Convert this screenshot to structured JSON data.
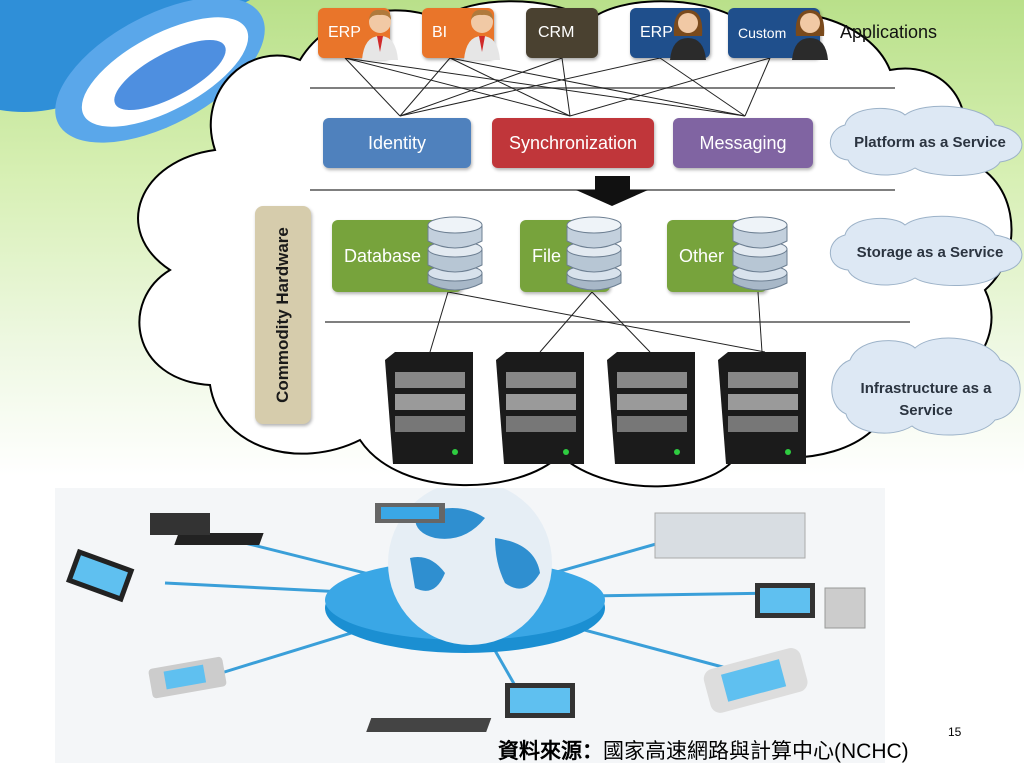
{
  "slide": {
    "page_number": "15",
    "source_label": "資料來源：",
    "source_text": "國家高速網路與計算中心(NCHC)"
  },
  "diagram": {
    "applications_label": "Applications",
    "apps": [
      {
        "label": "ERP",
        "color": "#e9752a"
      },
      {
        "label": "BI",
        "color": "#e9752a"
      },
      {
        "label": "CRM",
        "color": "#4a4130"
      },
      {
        "label": "ERP",
        "color": "#1f4f8c"
      },
      {
        "label": "Custom",
        "color": "#1f4f8c"
      }
    ],
    "services": [
      {
        "label": "Identity",
        "color": "#4f81bd"
      },
      {
        "label": "Synchronization",
        "color": "#c0363a"
      },
      {
        "label": "Messaging",
        "color": "#8064a2"
      }
    ],
    "storage": [
      {
        "label": "Database"
      },
      {
        "label": "File"
      },
      {
        "label": "Other"
      }
    ],
    "hardware_label": "Commodity Hardware",
    "layers": [
      {
        "label": "Platform as a Service"
      },
      {
        "label": "Storage as a Service"
      },
      {
        "label": "Infrastructure as a Service"
      }
    ]
  }
}
